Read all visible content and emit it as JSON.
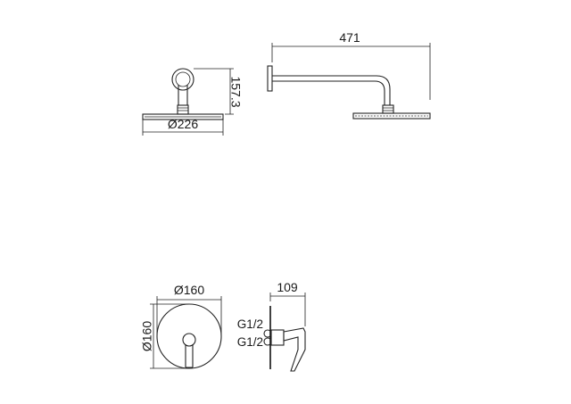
{
  "dimensions": {
    "showerhead_arm_length": "471",
    "showerhead_drop": "157.3",
    "showerhead_diameter": "Ø226",
    "mixer_plate_width": "Ø160",
    "mixer_plate_height": "Ø160",
    "mixer_depth": "109",
    "inlet_thread_upper": "G1/2",
    "inlet_thread_lower": "G1/2"
  }
}
